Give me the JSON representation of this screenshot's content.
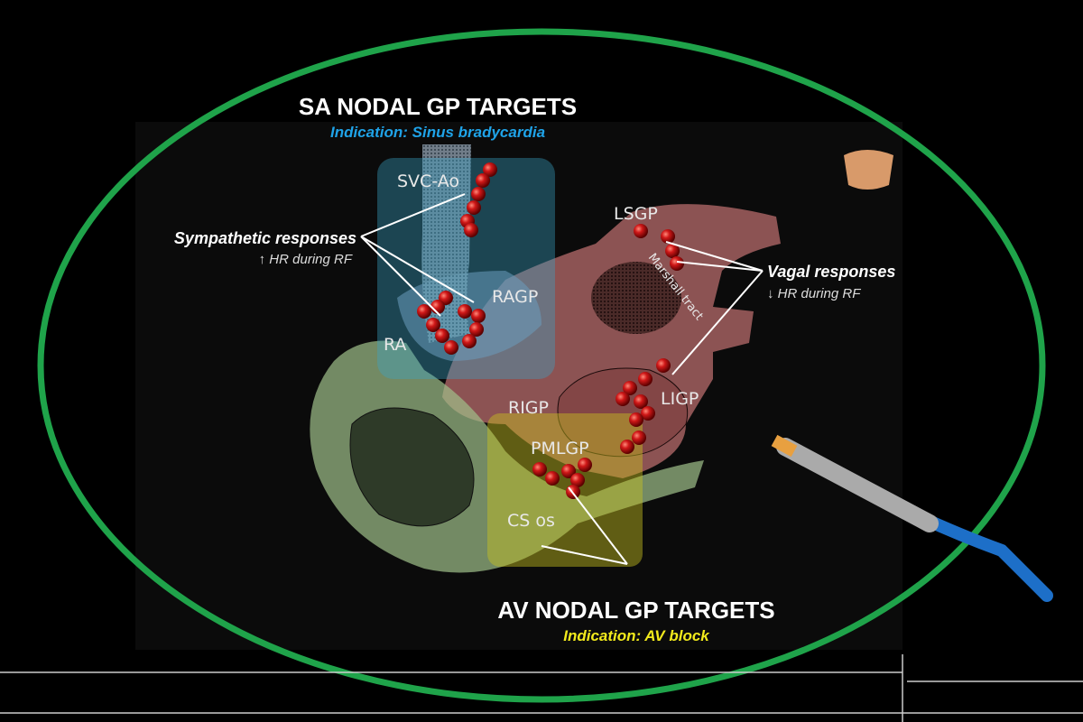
{
  "sa_nodal": {
    "title": "SA NODAL GP TARGETS",
    "indication": "Indication: Sinus bradycardia"
  },
  "av_nodal": {
    "title": "AV NODAL  GP TARGETS",
    "indication": "Indication: AV block"
  },
  "sympathetic": {
    "title": "Sympathetic responses",
    "detail": "↑ HR during RF"
  },
  "vagal": {
    "title": "Vagal responses",
    "detail": "↓ HR during RF"
  },
  "labels": {
    "svc_ao": "SVC-Ao",
    "ragp": "RAGP",
    "ra": "RA",
    "lsgp": "LSGP",
    "marshall": "Marshall tract",
    "rigp": "RIGP",
    "ligp": "LIGP",
    "pmlgp": "PMLGP",
    "cs_os": "CS os"
  },
  "colors": {
    "ellipse": "#1fa34a",
    "sa_box": "#3aa6c8",
    "av_box": "#c8c020",
    "lesion": "#c8141a",
    "la": "#b46a6a",
    "ra": "#a8c890"
  }
}
